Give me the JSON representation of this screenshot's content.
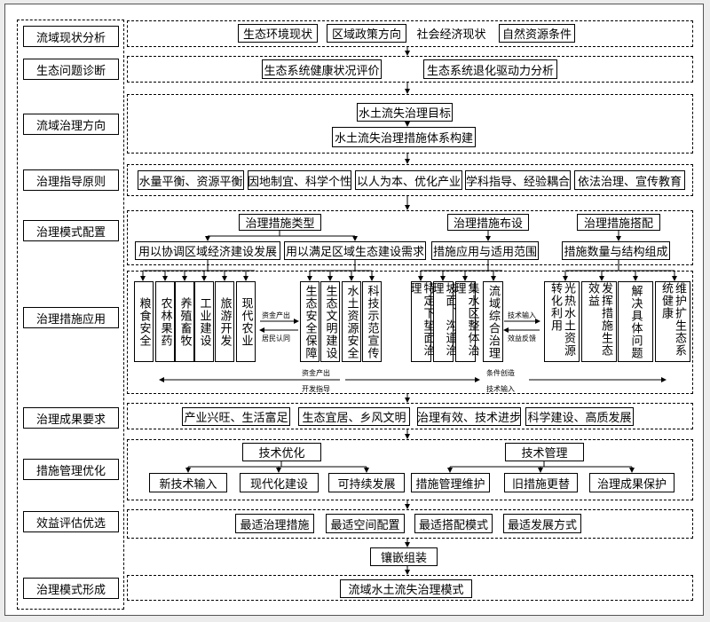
{
  "left_steps": [
    "流域现状分析",
    "生态问题诊断",
    "流域治理方向",
    "治理指导原则",
    "治理模式配置",
    "治理措施应用",
    "治理成果要求",
    "措施管理优化",
    "效益评估优选",
    "治理模式形成"
  ],
  "status": {
    "ecology": "生态环境现状",
    "policy": "区域政策方向",
    "socio": "社会经济现状",
    "resources": "自然资源条件"
  },
  "diagnosis": {
    "health": "生态系统健康状况评价",
    "driver": "生态系统退化驱动力分析"
  },
  "direction": {
    "goal": "水土流失治理目标",
    "system": "水土流失治理措施体系构建"
  },
  "principles": [
    "水量平衡、资源平衡",
    "因地制宜、科学个性",
    "以人为本、优化产业",
    "学科指导、经验耦合",
    "依法治理、宣传教育"
  ],
  "config": {
    "type": "治理措施类型",
    "layout": "治理措施布设",
    "match": "治理措施搭配",
    "econ": "用以协调区域经济建设发展",
    "eco": "用以满足区域生态建设需求",
    "scope": "措施应用与适用范围",
    "quantity": "措施数量与结构组成"
  },
  "measures": {
    "econ_items": [
      "粮食安全",
      "农林果药",
      "养殖畜牧",
      "工业建设",
      "旅游开发",
      "现代农业"
    ],
    "eco_items": [
      "生态安全保障",
      "生态文明建设",
      "水土资源安全",
      "科技示范宣传"
    ],
    "layout_items": [
      "特定下垫面治理",
      "坡面、沟道治理",
      "集水区整体治理",
      "流域综合治理"
    ],
    "match_items": [
      "光热水土资源转化利用",
      "发挥措施生态效益",
      "解决具体问题",
      "维护扩生态系统健康"
    ],
    "flow_labels": {
      "capital": "资金产出",
      "recognition": "居民认同",
      "tech_in": "技术输入",
      "benefit": "效益反馈",
      "capital2": "资金产出",
      "guide": "开发指导",
      "condition": "条件创造",
      "tech_in2": "技术输入"
    }
  },
  "results": [
    "产业兴旺、生活富足",
    "生态宜居、乡风文明",
    "治理有效、技术进步",
    "科学建设、高质发展"
  ],
  "management": {
    "opt": "技术优化",
    "mgmt": "技术管理",
    "opt_items": [
      "新技术输入",
      "现代化建设",
      "可持续发展"
    ],
    "mgmt_items": [
      "措施管理维护",
      "旧措施更替",
      "治理成果保护"
    ]
  },
  "evaluation": [
    "最适治理措施",
    "最适空间配置",
    "最适搭配模式",
    "最适发展方式"
  ],
  "assembly": "镶嵌组装",
  "final": "流域水土流失治理模式"
}
